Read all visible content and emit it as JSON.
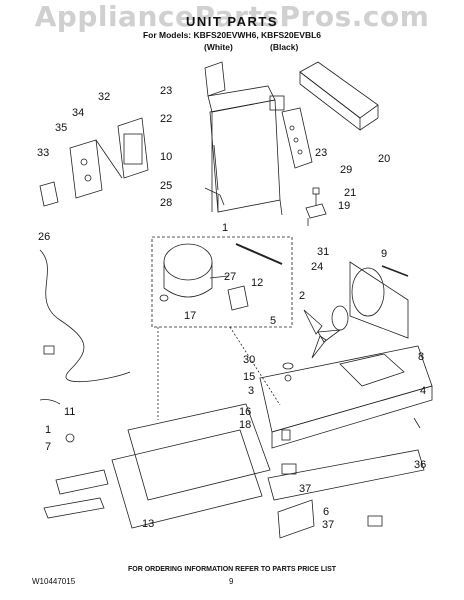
{
  "header": {
    "watermark": "AppliancePartsPros.com",
    "title": "UNIT PARTS",
    "models_line": "For Models: KBFS20EVWH6, KBFS20EVBL6",
    "color_white": "(White)",
    "color_black": "(Black)"
  },
  "callouts": [
    "23",
    "22",
    "10",
    "25",
    "28",
    "32",
    "34",
    "35",
    "33",
    "26",
    "11",
    "1",
    "7",
    "13",
    "20",
    "29",
    "23",
    "21",
    "19",
    "1",
    "31",
    "9",
    "24",
    "27",
    "12",
    "2",
    "17",
    "5",
    "30",
    "15",
    "8",
    "3",
    "4",
    "16",
    "18",
    "36",
    "37",
    "6",
    "37"
  ],
  "footer": {
    "order_note": "FOR ORDERING INFORMATION REFER TO PARTS PRICE LIST",
    "doc_number": "W10447015",
    "page_number": "9"
  }
}
